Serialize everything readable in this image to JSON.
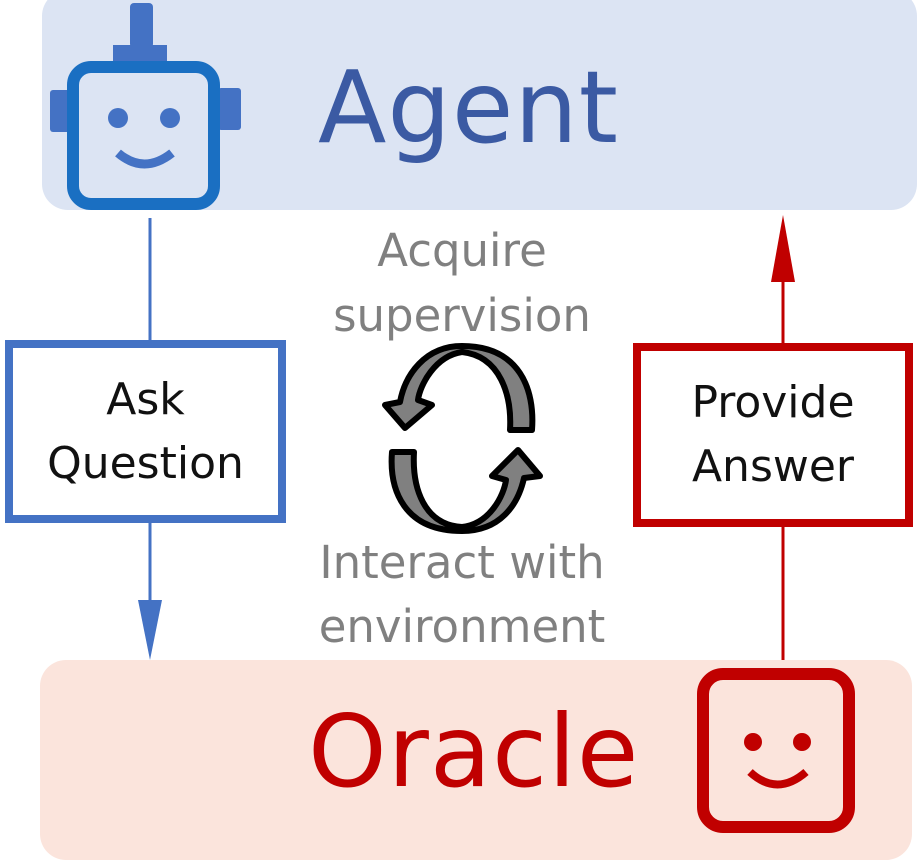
{
  "agent": {
    "title": "Agent",
    "color": "#3b5aa3",
    "band_color": "#dce4f3"
  },
  "oracle": {
    "title": "Oracle",
    "color": "#c00000",
    "band_color": "#fbe4dc"
  },
  "ask_box": {
    "line1": "Ask",
    "line2": "Question",
    "color": "#4472c4"
  },
  "answer_box": {
    "line1": "Provide",
    "line2": "Answer",
    "color": "#c00000"
  },
  "cycle": {
    "top_line1": "Acquire",
    "top_line2": "supervision",
    "bottom_line1": "Interact with",
    "bottom_line2": "environment"
  }
}
